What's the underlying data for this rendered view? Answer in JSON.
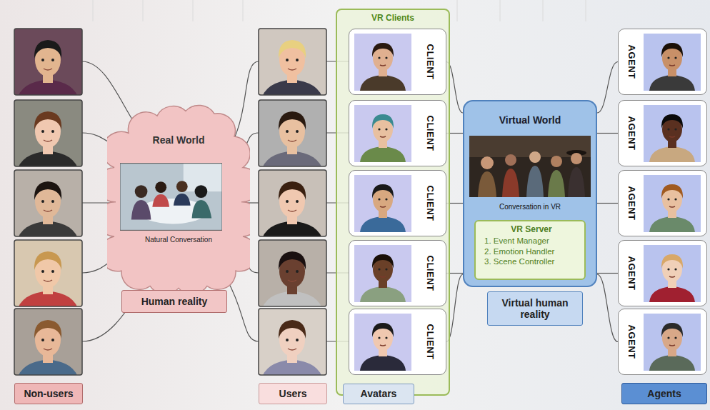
{
  "diagram": {
    "nodes": [
      {
        "text": [
          "Real World",
          "Natural Conversation"
        ]
      },
      {
        "text": [
          "Human reality"
        ]
      },
      {
        "text": [
          "Non-users"
        ]
      },
      {
        "text": [
          "VR Clients"
        ]
      },
      {
        "text": [
          "CLIENT"
        ],
        "in": 3
      },
      {
        "text": [
          "CLIENT"
        ],
        "in": 3
      },
      {
        "text": [
          "CLIENT"
        ],
        "in": 3
      },
      {
        "text": [
          "CLIENT"
        ],
        "in": 3
      },
      {
        "text": [
          "CLIENT"
        ],
        "in": 3
      },
      {
        "text": [
          "Users"
        ]
      },
      {
        "text": [
          "Avatars"
        ]
      },
      {
        "text": [
          "Virtual World",
          "Conversation in VR"
        ]
      },
      {
        "text": [
          "VR Server",
          "1. Event Manager",
          "2. Emotion Handler",
          "3. Scene Controller"
        ],
        "in": 11
      },
      {
        "text": [
          "Virtual human reality"
        ]
      },
      {
        "text": [
          "AGENT"
        ]
      },
      {
        "text": [
          "AGENT"
        ]
      },
      {
        "text": [
          "AGENT"
        ]
      },
      {
        "text": [
          "AGENT"
        ]
      },
      {
        "text": [
          "AGENT"
        ]
      },
      {
        "text": [
          "Agents"
        ]
      }
    ],
    "edges": [
      {
        "from": 4,
        "to": 11,
        "arrow": "none"
      },
      {
        "from": 5,
        "to": 11,
        "arrow": "none"
      },
      {
        "from": 6,
        "to": 11,
        "arrow": "none"
      },
      {
        "from": 7,
        "to": 11,
        "arrow": "none"
      },
      {
        "from": 8,
        "to": 11,
        "arrow": "none"
      },
      {
        "from": 14,
        "to": 11,
        "arrow": "none"
      },
      {
        "from": 15,
        "to": 11,
        "arrow": "none"
      },
      {
        "from": 16,
        "to": 11,
        "arrow": "none"
      },
      {
        "from": 17,
        "to": 11,
        "arrow": "none"
      },
      {
        "from": 18,
        "to": 11,
        "arrow": "none"
      }
    ]
  }
}
